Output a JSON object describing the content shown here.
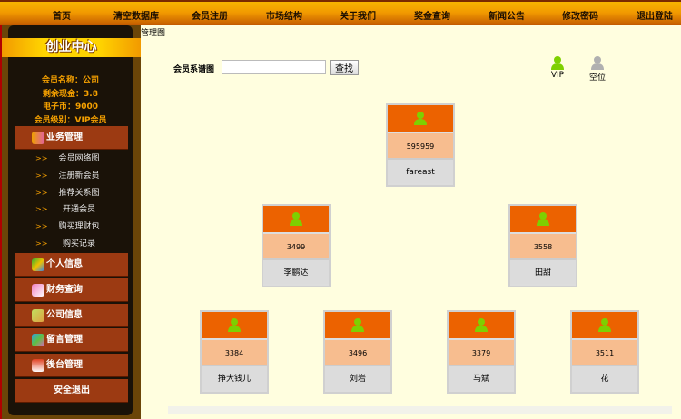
{
  "topnav": [
    "首页",
    "清空数据库",
    "会员注册",
    "市场结构",
    "关于我们",
    "奖金查询",
    "新闻公告",
    "修改密码",
    "退出登陆"
  ],
  "sidebar": {
    "title": "创业中心",
    "info": [
      "会员名称：公司",
      "剩余现金：3.8",
      "电子币：9000",
      "会员级别：VIP会员"
    ],
    "business": {
      "label": "业务管理",
      "items": [
        "会员网络图",
        "注册新会员",
        "推荐关系图",
        "开通会员",
        "购买理财包",
        "购买记录"
      ]
    },
    "menus": [
      {
        "label": "个人信息",
        "icon": "people-icon"
      },
      {
        "label": "财务查询",
        "icon": "card-icon"
      },
      {
        "label": "公司信息",
        "icon": "money-icon"
      },
      {
        "label": "留言管理",
        "icon": "message-icon"
      },
      {
        "label": "後台管理",
        "icon": "home-icon"
      }
    ],
    "logout": "安全退出"
  },
  "main": {
    "breadcrumb": "管理图",
    "search": {
      "label": "会员系谱图",
      "value": "",
      "button": "查找"
    },
    "legend": [
      {
        "label": "VIP",
        "color": "#7ed000"
      },
      {
        "label": "空位",
        "color": "#b0b0b0"
      }
    ],
    "tree": {
      "root": {
        "id": "595959",
        "name": "fareast"
      },
      "level2": [
        {
          "id": "3499",
          "name": "李鹏达"
        },
        {
          "id": "3558",
          "name": "田甜"
        }
      ],
      "level3": [
        {
          "id": "3384",
          "name": "挣大钱儿"
        },
        {
          "id": "3496",
          "name": "刘岩"
        },
        {
          "id": "3379",
          "name": "马斌"
        },
        {
          "id": "3511",
          "name": "花"
        }
      ]
    }
  },
  "colors": {
    "accent": "#ec6200",
    "menu": "#9c3a12",
    "bg": "#fffedf"
  }
}
